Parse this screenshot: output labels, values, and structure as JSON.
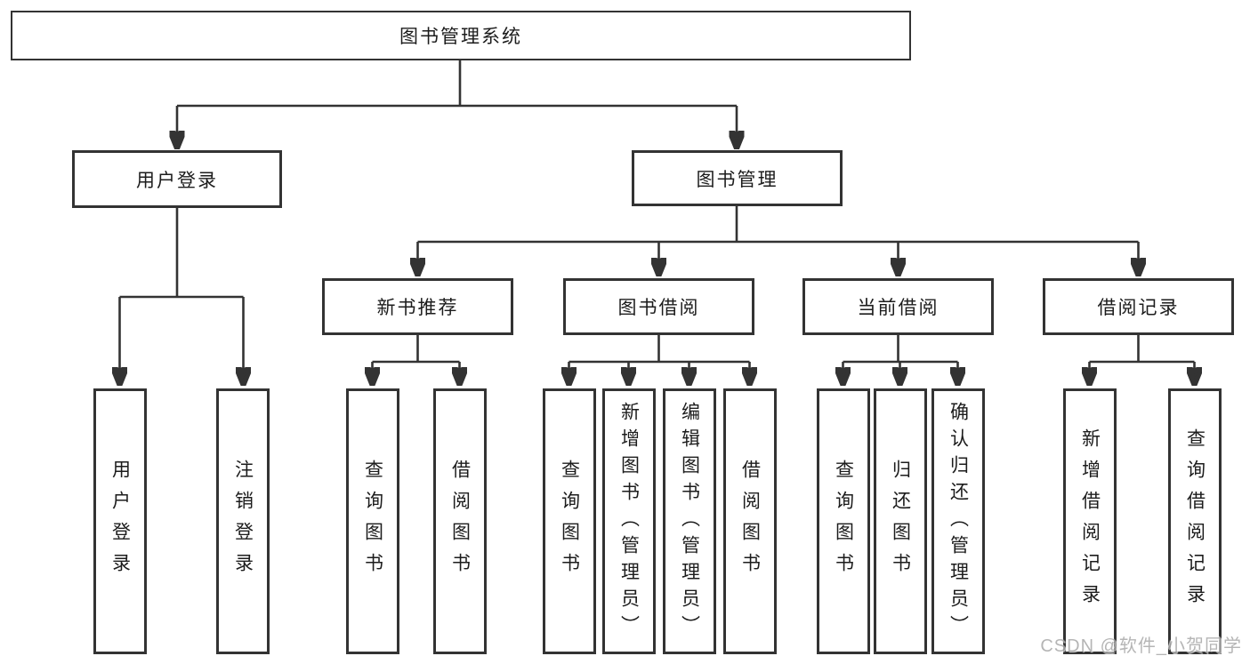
{
  "tree": {
    "root": "图书管理系统",
    "level2": [
      "用户登录",
      "图书管理"
    ],
    "level3": [
      "新书推荐",
      "图书借阅",
      "当前借阅",
      "借阅记录"
    ],
    "leaves": {
      "user_login": [
        "用户登录",
        "注销登录"
      ],
      "new_book": [
        "查询图书",
        "借阅图书"
      ],
      "book_borrow": [
        "查询图书",
        "新增图书（管理员）",
        "编辑图书（管理员）",
        "借阅图书"
      ],
      "current_borrow": [
        "查询图书",
        "归还图书",
        "确认归还（管理员）"
      ],
      "borrow_records": [
        "新增借阅记录",
        "查询借阅记录"
      ]
    }
  },
  "watermark": "CSDN @软件_小贺同学",
  "colors": {
    "line": "#333333",
    "text": "#1c1c1c",
    "watermark": "#a9a9a9",
    "background": "#ffffff"
  }
}
